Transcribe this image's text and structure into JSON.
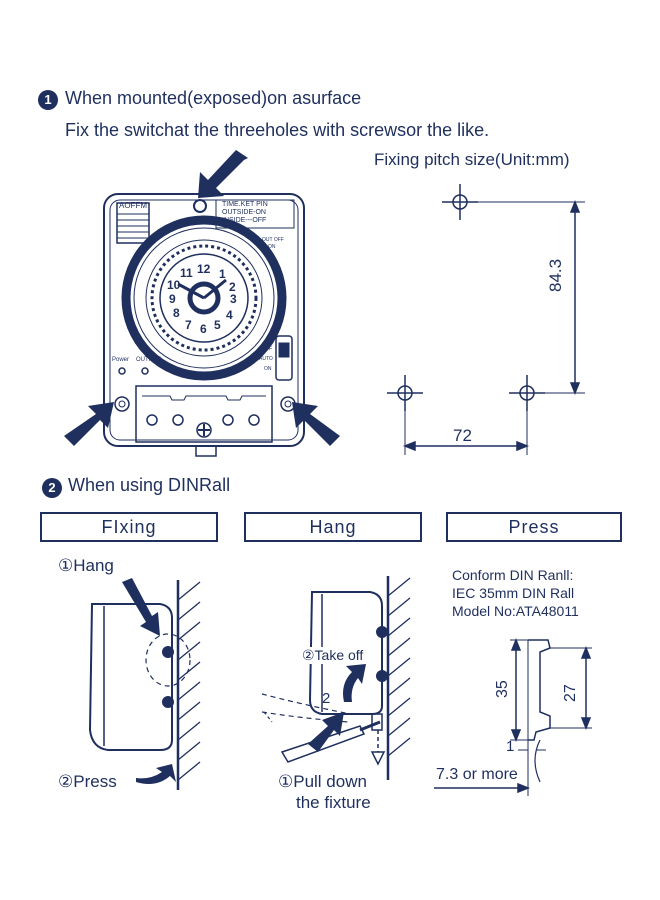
{
  "section1": {
    "number": "1",
    "title": "When mounted(exposed)on asurface",
    "subtitle": "Fix the switchat the threeholes with screwsor the like.",
    "pitch_label": "Fixing pitch size(Unit:mm)",
    "dim_vertical": "84.3",
    "dim_horizontal": "72"
  },
  "device": {
    "window_label": "AOFFM",
    "info_line1": "TIME.KET PIN",
    "info_line2": "OUTSIDE-ON",
    "info_line3": "INSIDE---OFF",
    "power_label": "Power",
    "output_label": "OUTPUT",
    "switch_off": "OFF",
    "switch_auto": "AUTO",
    "switch_on": "ON",
    "out_off": "OUT OFF",
    "out_on": "ON",
    "hours": [
      "12",
      "1",
      "2",
      "3",
      "4",
      "5",
      "6",
      "7",
      "8",
      "9",
      "10",
      "11"
    ]
  },
  "section2": {
    "number": "2",
    "title": "When using DINRall",
    "tabs": [
      {
        "label": "FIxing"
      },
      {
        "label": "Hang"
      },
      {
        "label": "Press"
      }
    ],
    "fixing_step1": "①Hang",
    "fixing_step2": "②Press",
    "hang_takeoff": "②Take off",
    "hang_num": "2",
    "hang_step1_line1": "①Pull down",
    "hang_step1_line2": "the fixture",
    "press_info_line1": "Conform DIN Ranll:",
    "press_info_line2": "IEC 35mm DIN Rall",
    "press_info_line3": "Model No:ATA48011",
    "dim_35": "35",
    "dim_27": "27",
    "dim_1": "1",
    "dim_73": "7.3 or more"
  },
  "colors": {
    "ink": "#1f2f5e"
  }
}
